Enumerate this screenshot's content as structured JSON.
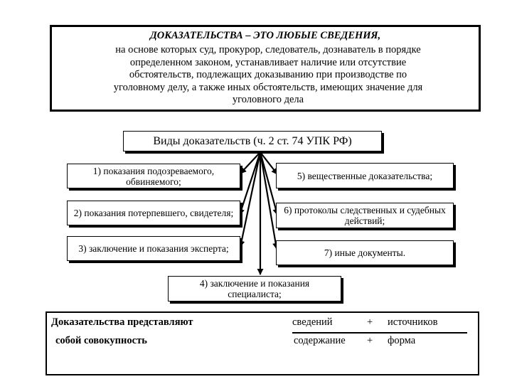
{
  "definition": {
    "title": "ДОКАЗАТЕЛЬСТВА – ЭТО ЛЮБЫЕ СВЕДЕНИЯ,",
    "lines": [
      "на основе которых суд, прокурор, следователь, дознаватель в порядке",
      "определенном законом, устанавливает наличие или отсутствие",
      "обстоятельств, подлежащих доказыванию при производстве по",
      "уголовному делу, а также иных обстоятельств, имеющих значение для",
      "уголовного дела"
    ]
  },
  "types_title": "Виды доказательств (ч. 2 ст. 74 УПК РФ)",
  "types": [
    {
      "label": "1) показания подозреваемого, обвиняемого;"
    },
    {
      "label": "2) показания потерпевшего, свидетеля;"
    },
    {
      "label": "3) заключение и показания эксперта;"
    },
    {
      "label": "4) заключение и показания специалиста;"
    },
    {
      "label": "5) вещественные доказательства;"
    },
    {
      "label": "6) протоколы следственных и судебных действий;"
    },
    {
      "label": "7) иные документы."
    }
  ],
  "summary": {
    "left_line1": "Доказательства представляют",
    "left_line2": "собой совокупность",
    "row1": {
      "a": "сведений",
      "op": "+",
      "b": "источников"
    },
    "row2": {
      "a": "содержание",
      "op": "+",
      "b": "форма"
    }
  }
}
